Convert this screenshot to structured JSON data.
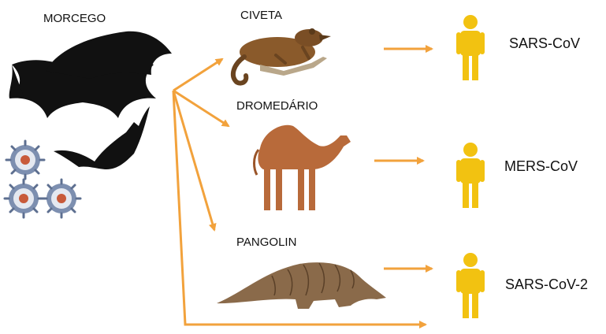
{
  "labels": {
    "bat": "MORCEGO",
    "civet": "CIVETA",
    "dromedary": "DROMEDÁRIO",
    "pangolin": "PANGOLIN"
  },
  "viruses": {
    "sars": "SARS-CoV",
    "mers": "MERS-CoV",
    "sars2": "SARS-CoV-2"
  },
  "colors": {
    "arrow": "#f2a23c",
    "human": "#f2c211",
    "bat": "#111111",
    "virus": "#7d8fb0"
  },
  "icons": {
    "bat": "bat-icon",
    "civet": "civet-icon",
    "dromedary": "dromedary-icon",
    "pangolin": "pangolin-icon",
    "human": "human-icon",
    "virus": "coronavirus-icon"
  }
}
